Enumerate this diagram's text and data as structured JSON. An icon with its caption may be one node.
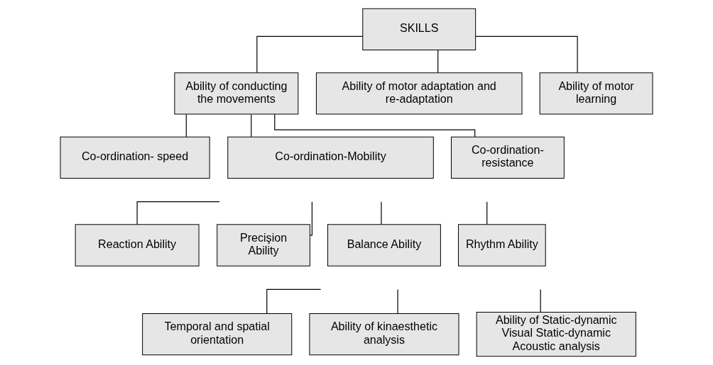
{
  "diagram": {
    "nodes": [
      {
        "text": [
          "SKILLS"
        ]
      },
      {
        "text": [
          "Ability of conducting the movements"
        ]
      },
      {
        "text": [
          "Ability of motor adaptation and re-adaptation"
        ]
      },
      {
        "text": [
          "Ability of motor learning"
        ]
      },
      {
        "text": [
          "Co-ordination- speed"
        ]
      },
      {
        "text": [
          "Co-ordination-Mobility"
        ]
      },
      {
        "text": [
          "Co-ordination- resistance"
        ]
      },
      {
        "text": [
          "Reaction Ability"
        ]
      },
      {
        "text": [
          "Precişion Ability"
        ]
      },
      {
        "text": [
          "Balance Ability"
        ]
      },
      {
        "text": [
          "Rhythm Ability"
        ]
      },
      {
        "text": [
          "Temporal and spatial orientation"
        ]
      },
      {
        "text": [
          "Ability of kinaesthetic analysis"
        ]
      },
      {
        "text": [
          "Ability of Static-dynamic Visual Static-dynamic Acoustic analysis"
        ]
      }
    ],
    "edges": [
      {
        "from": 0,
        "to": 1,
        "arrow": "none"
      },
      {
        "from": 0,
        "to": 2,
        "arrow": "none"
      },
      {
        "from": 0,
        "to": 3,
        "arrow": "none"
      },
      {
        "from": 1,
        "to": 4,
        "arrow": "none"
      },
      {
        "from": 1,
        "to": 5,
        "arrow": "none"
      },
      {
        "from": 1,
        "to": 6,
        "arrow": "none"
      },
      {
        "from": null,
        "to": 7,
        "arrow": "none"
      },
      {
        "from": null,
        "to": 8,
        "arrow": "none"
      },
      {
        "from": null,
        "to": 9,
        "arrow": "none"
      },
      {
        "from": null,
        "to": 10,
        "arrow": "none"
      },
      {
        "from": null,
        "to": 11,
        "arrow": "none"
      },
      {
        "from": null,
        "to": 12,
        "arrow": "none"
      },
      {
        "from": null,
        "to": 13,
        "arrow": "none"
      }
    ]
  }
}
